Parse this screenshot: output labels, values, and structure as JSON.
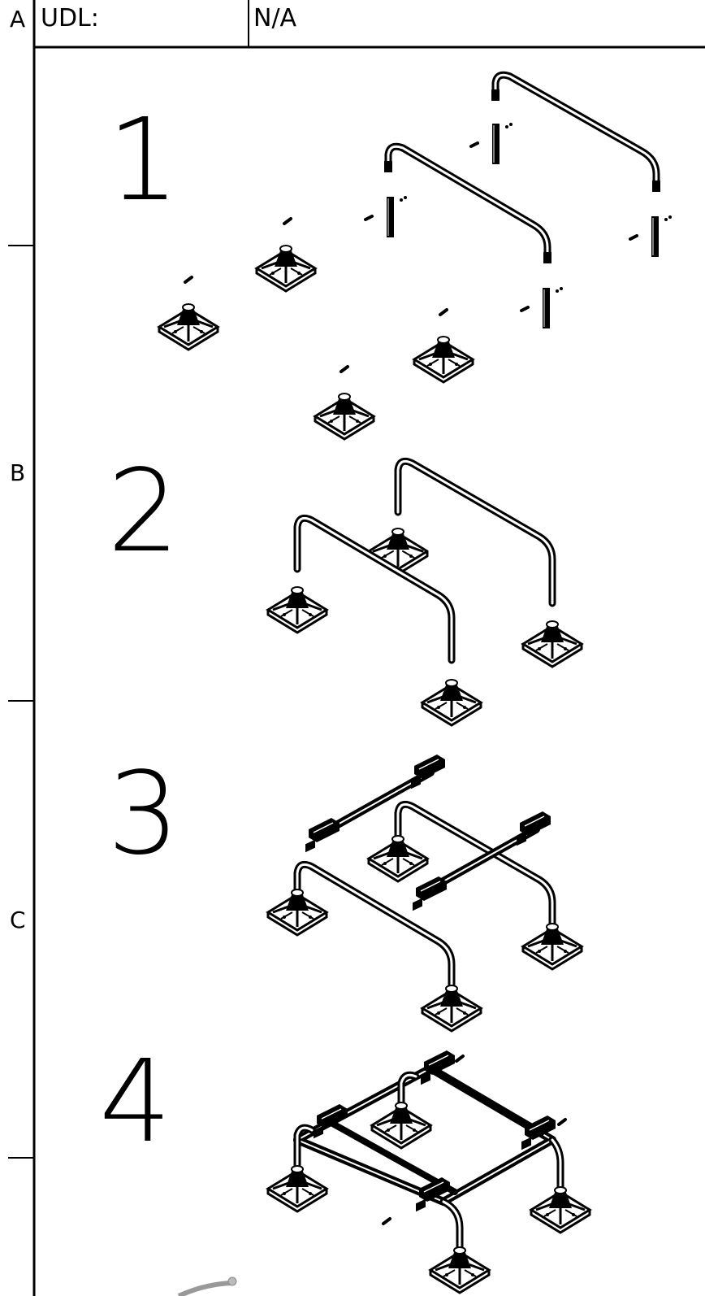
{
  "zone_labels": {
    "a": "A",
    "b": "B",
    "c": "C"
  },
  "title_block": {
    "udl_label": "UDL:",
    "udl_value": "N/A"
  },
  "steps": [
    {
      "number": "1"
    },
    {
      "number": "2"
    },
    {
      "number": "3"
    },
    {
      "number": "4"
    }
  ]
}
